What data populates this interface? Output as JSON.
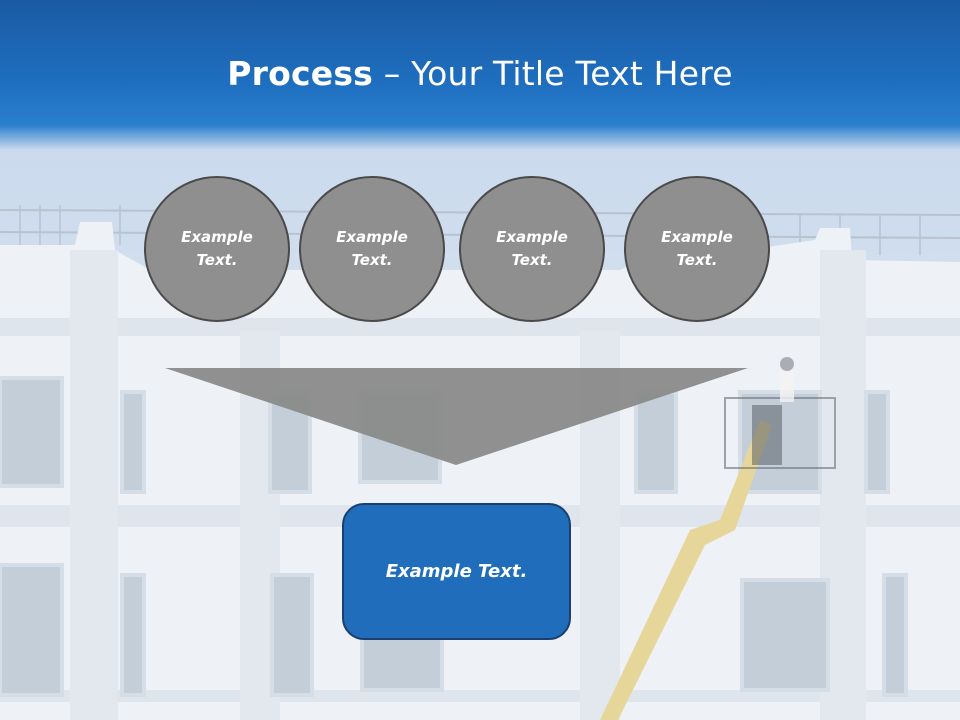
{
  "slide": {
    "title_bold": "Process",
    "title_rest": " – Your Title Text Here",
    "circles": [
      {
        "text": "Example Text."
      },
      {
        "text": "Example Text."
      },
      {
        "text": "Example Text."
      },
      {
        "text": "Example Text."
      }
    ],
    "result_text": "Example Text."
  },
  "colors": {
    "header_blue": "#1f6fc0",
    "circle_fill": "#8f8f8f",
    "circle_border": "#4a4a4a",
    "funnel_fill": "#8a8a8a",
    "result_fill": "#1f6dbb",
    "result_border": "#1b3f6e"
  }
}
